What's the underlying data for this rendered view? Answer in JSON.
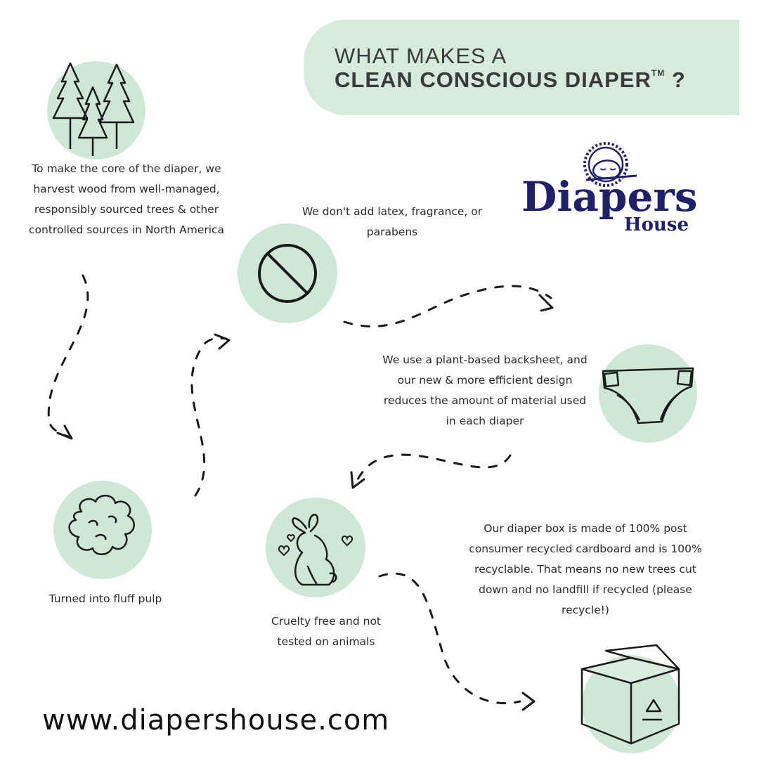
{
  "header": {
    "title_line1": "WHAT MAKES A",
    "title_line2": "CLEAN CONSCIOUS DIAPER",
    "title_tm": "TM",
    "title_end": "?"
  },
  "logo": {
    "name": "Diapers",
    "sub": "House"
  },
  "steps": [
    {
      "icon": "trees-icon",
      "text": "To make the core of the diaper, we harvest wood from well-managed, responsibly sourced trees & other controlled sources in North America"
    },
    {
      "icon": "no-symbol-icon",
      "text": "We don't add latex, fragrance, or parabens"
    },
    {
      "icon": "diaper-icon",
      "text": "We use a plant-based backsheet, and our new & more efficient design reduces the amount of material used in each diaper"
    },
    {
      "icon": "fluff-pulp-icon",
      "text": "Turned into fluff pulp"
    },
    {
      "icon": "bunny-icon",
      "text": "Cruelty free and not tested on animals"
    },
    {
      "icon": "recycle-box-icon",
      "text": "Our diaper box is made of 100% post consumer recycled cardboard and is 100% recyclable. That means no new trees cut down and no landfill if recycled (please recycle!)"
    }
  ],
  "footer": {
    "url": "www.diapershouse.com"
  },
  "colors": {
    "circle": "#cfe8d6",
    "banner": "#d6ebdc",
    "logo_navy": "#1e2169",
    "ink": "#222222"
  }
}
